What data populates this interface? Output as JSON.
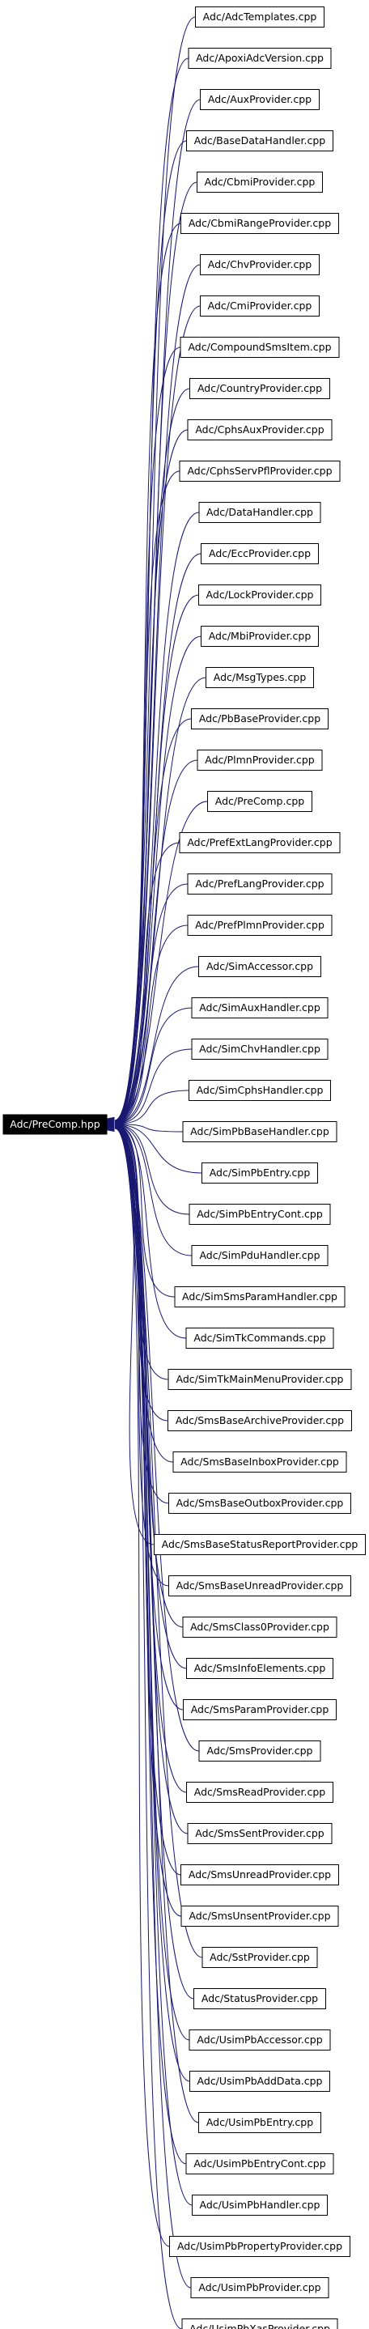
{
  "graph": {
    "root": "Adc/PreComp.hpp",
    "includers": [
      "Adc/AdcTemplates.cpp",
      "Adc/ApoxiAdcVersion.cpp",
      "Adc/AuxProvider.cpp",
      "Adc/BaseDataHandler.cpp",
      "Adc/CbmiProvider.cpp",
      "Adc/CbmiRangeProvider.cpp",
      "Adc/ChvProvider.cpp",
      "Adc/CmiProvider.cpp",
      "Adc/CompoundSmsItem.cpp",
      "Adc/CountryProvider.cpp",
      "Adc/CphsAuxProvider.cpp",
      "Adc/CphsServPflProvider.cpp",
      "Adc/DataHandler.cpp",
      "Adc/EccProvider.cpp",
      "Adc/LockProvider.cpp",
      "Adc/MbiProvider.cpp",
      "Adc/MsgTypes.cpp",
      "Adc/PbBaseProvider.cpp",
      "Adc/PlmnProvider.cpp",
      "Adc/PreComp.cpp",
      "Adc/PrefExtLangProvider.cpp",
      "Adc/PrefLangProvider.cpp",
      "Adc/PrefPlmnProvider.cpp",
      "Adc/SimAccessor.cpp",
      "Adc/SimAuxHandler.cpp",
      "Adc/SimChvHandler.cpp",
      "Adc/SimCphsHandler.cpp",
      "Adc/SimPbBaseHandler.cpp",
      "Adc/SimPbEntry.cpp",
      "Adc/SimPbEntryCont.cpp",
      "Adc/SimPduHandler.cpp",
      "Adc/SimSmsParamHandler.cpp",
      "Adc/SimTkCommands.cpp",
      "Adc/SimTkMainMenuProvider.cpp",
      "Adc/SmsBaseArchiveProvider.cpp",
      "Adc/SmsBaseInboxProvider.cpp",
      "Adc/SmsBaseOutboxProvider.cpp",
      "Adc/SmsBaseStatusReportProvider.cpp",
      "Adc/SmsBaseUnreadProvider.cpp",
      "Adc/SmsClass0Provider.cpp",
      "Adc/SmsInfoElements.cpp",
      "Adc/SmsParamProvider.cpp",
      "Adc/SmsProvider.cpp",
      "Adc/SmsReadProvider.cpp",
      "Adc/SmsSentProvider.cpp",
      "Adc/SmsUnreadProvider.cpp",
      "Adc/SmsUnsentProvider.cpp",
      "Adc/SstProvider.cpp",
      "Adc/StatusProvider.cpp",
      "Adc/UsimPbAccessor.cpp",
      "Adc/UsimPbAddData.cpp",
      "Adc/UsimPbEntry.cpp",
      "Adc/UsimPbEntryCont.cpp",
      "Adc/UsimPbHandler.cpp",
      "Adc/UsimPbPropertyProvider.cpp",
      "Adc/UsimPbProvider.cpp",
      "Adc/UsimPbXasProvider.cpp"
    ],
    "colors": {
      "edge": "#191970",
      "root_fill": "#000000",
      "root_text": "#ffffff",
      "node_border": "#000000"
    }
  }
}
